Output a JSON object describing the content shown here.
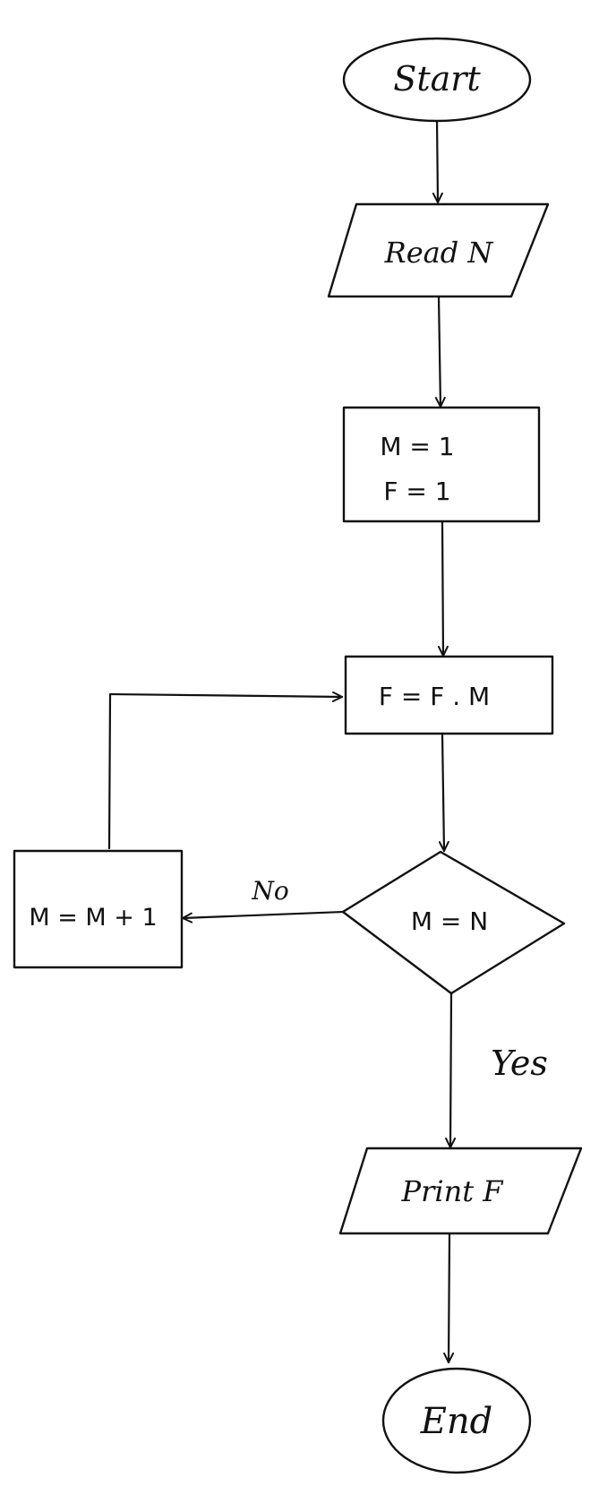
{
  "flowchart": {
    "nodes": [
      {
        "id": "start",
        "shape": "terminal",
        "lines": [
          "Start"
        ]
      },
      {
        "id": "read",
        "shape": "io",
        "lines": [
          "Read N"
        ]
      },
      {
        "id": "init",
        "shape": "process",
        "lines": [
          "M = 1",
          "F = 1"
        ]
      },
      {
        "id": "multiply",
        "shape": "process",
        "lines": [
          "F = F . M"
        ]
      },
      {
        "id": "check",
        "shape": "decision",
        "lines": [
          "M = N"
        ]
      },
      {
        "id": "increment",
        "shape": "process",
        "lines": [
          "M = M + 1"
        ]
      },
      {
        "id": "print",
        "shape": "io",
        "lines": [
          "Print F"
        ]
      },
      {
        "id": "end",
        "shape": "terminal",
        "lines": [
          "End"
        ]
      }
    ],
    "edges": [
      {
        "from": "start",
        "to": "read",
        "label": ""
      },
      {
        "from": "read",
        "to": "init",
        "label": ""
      },
      {
        "from": "init",
        "to": "multiply",
        "label": ""
      },
      {
        "from": "multiply",
        "to": "check",
        "label": ""
      },
      {
        "from": "check",
        "to": "increment",
        "label": "No"
      },
      {
        "from": "increment",
        "to": "multiply",
        "label": ""
      },
      {
        "from": "check",
        "to": "print",
        "label": "Yes"
      },
      {
        "from": "print",
        "to": "end",
        "label": ""
      }
    ]
  },
  "colors": {
    "stroke": "#111111",
    "background": "#ffffff"
  }
}
